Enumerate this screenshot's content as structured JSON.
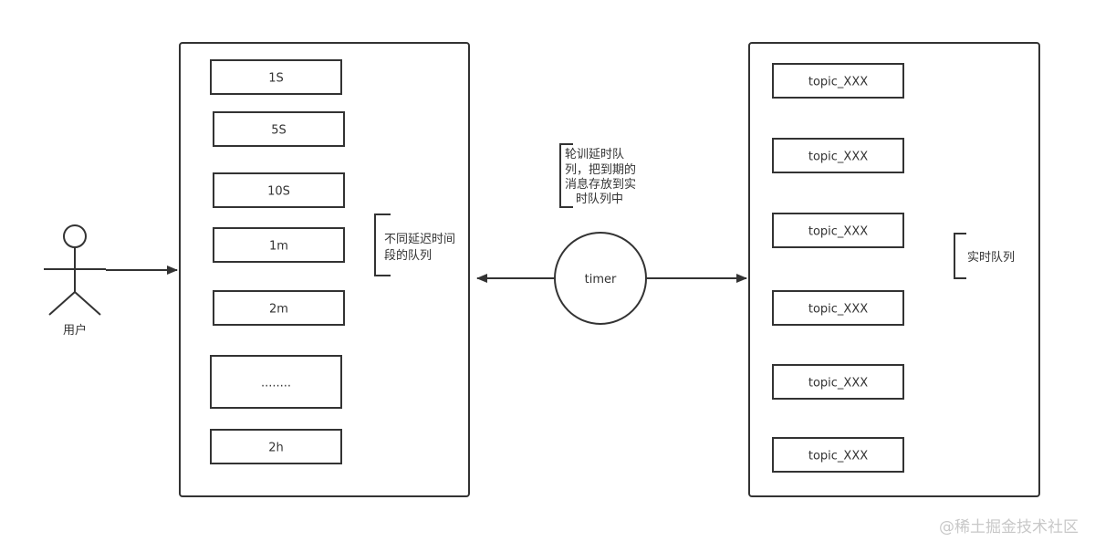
{
  "actor": {
    "label": "用户"
  },
  "delay_queues": {
    "items": [
      "1S",
      "5S",
      "10S",
      "1m",
      "2m",
      "........",
      "2h"
    ],
    "note_lines": [
      "不同延迟时间",
      "段的队列"
    ]
  },
  "timer": {
    "label": "timer",
    "note_lines": [
      "轮训延时队",
      "列，把到期的",
      "消息存放到实",
      "时队列中"
    ]
  },
  "realtime_queues": {
    "items": [
      "topic_XXX",
      "topic_XXX",
      "topic_XXX",
      "topic_XXX",
      "topic_XXX",
      "topic_XXX"
    ],
    "note_lines": [
      "实时队列"
    ]
  },
  "watermark": "@稀土掘金技术社区",
  "colors": {
    "stroke": "#333333",
    "text": "#333333",
    "watermark": "#c8c8c8"
  }
}
